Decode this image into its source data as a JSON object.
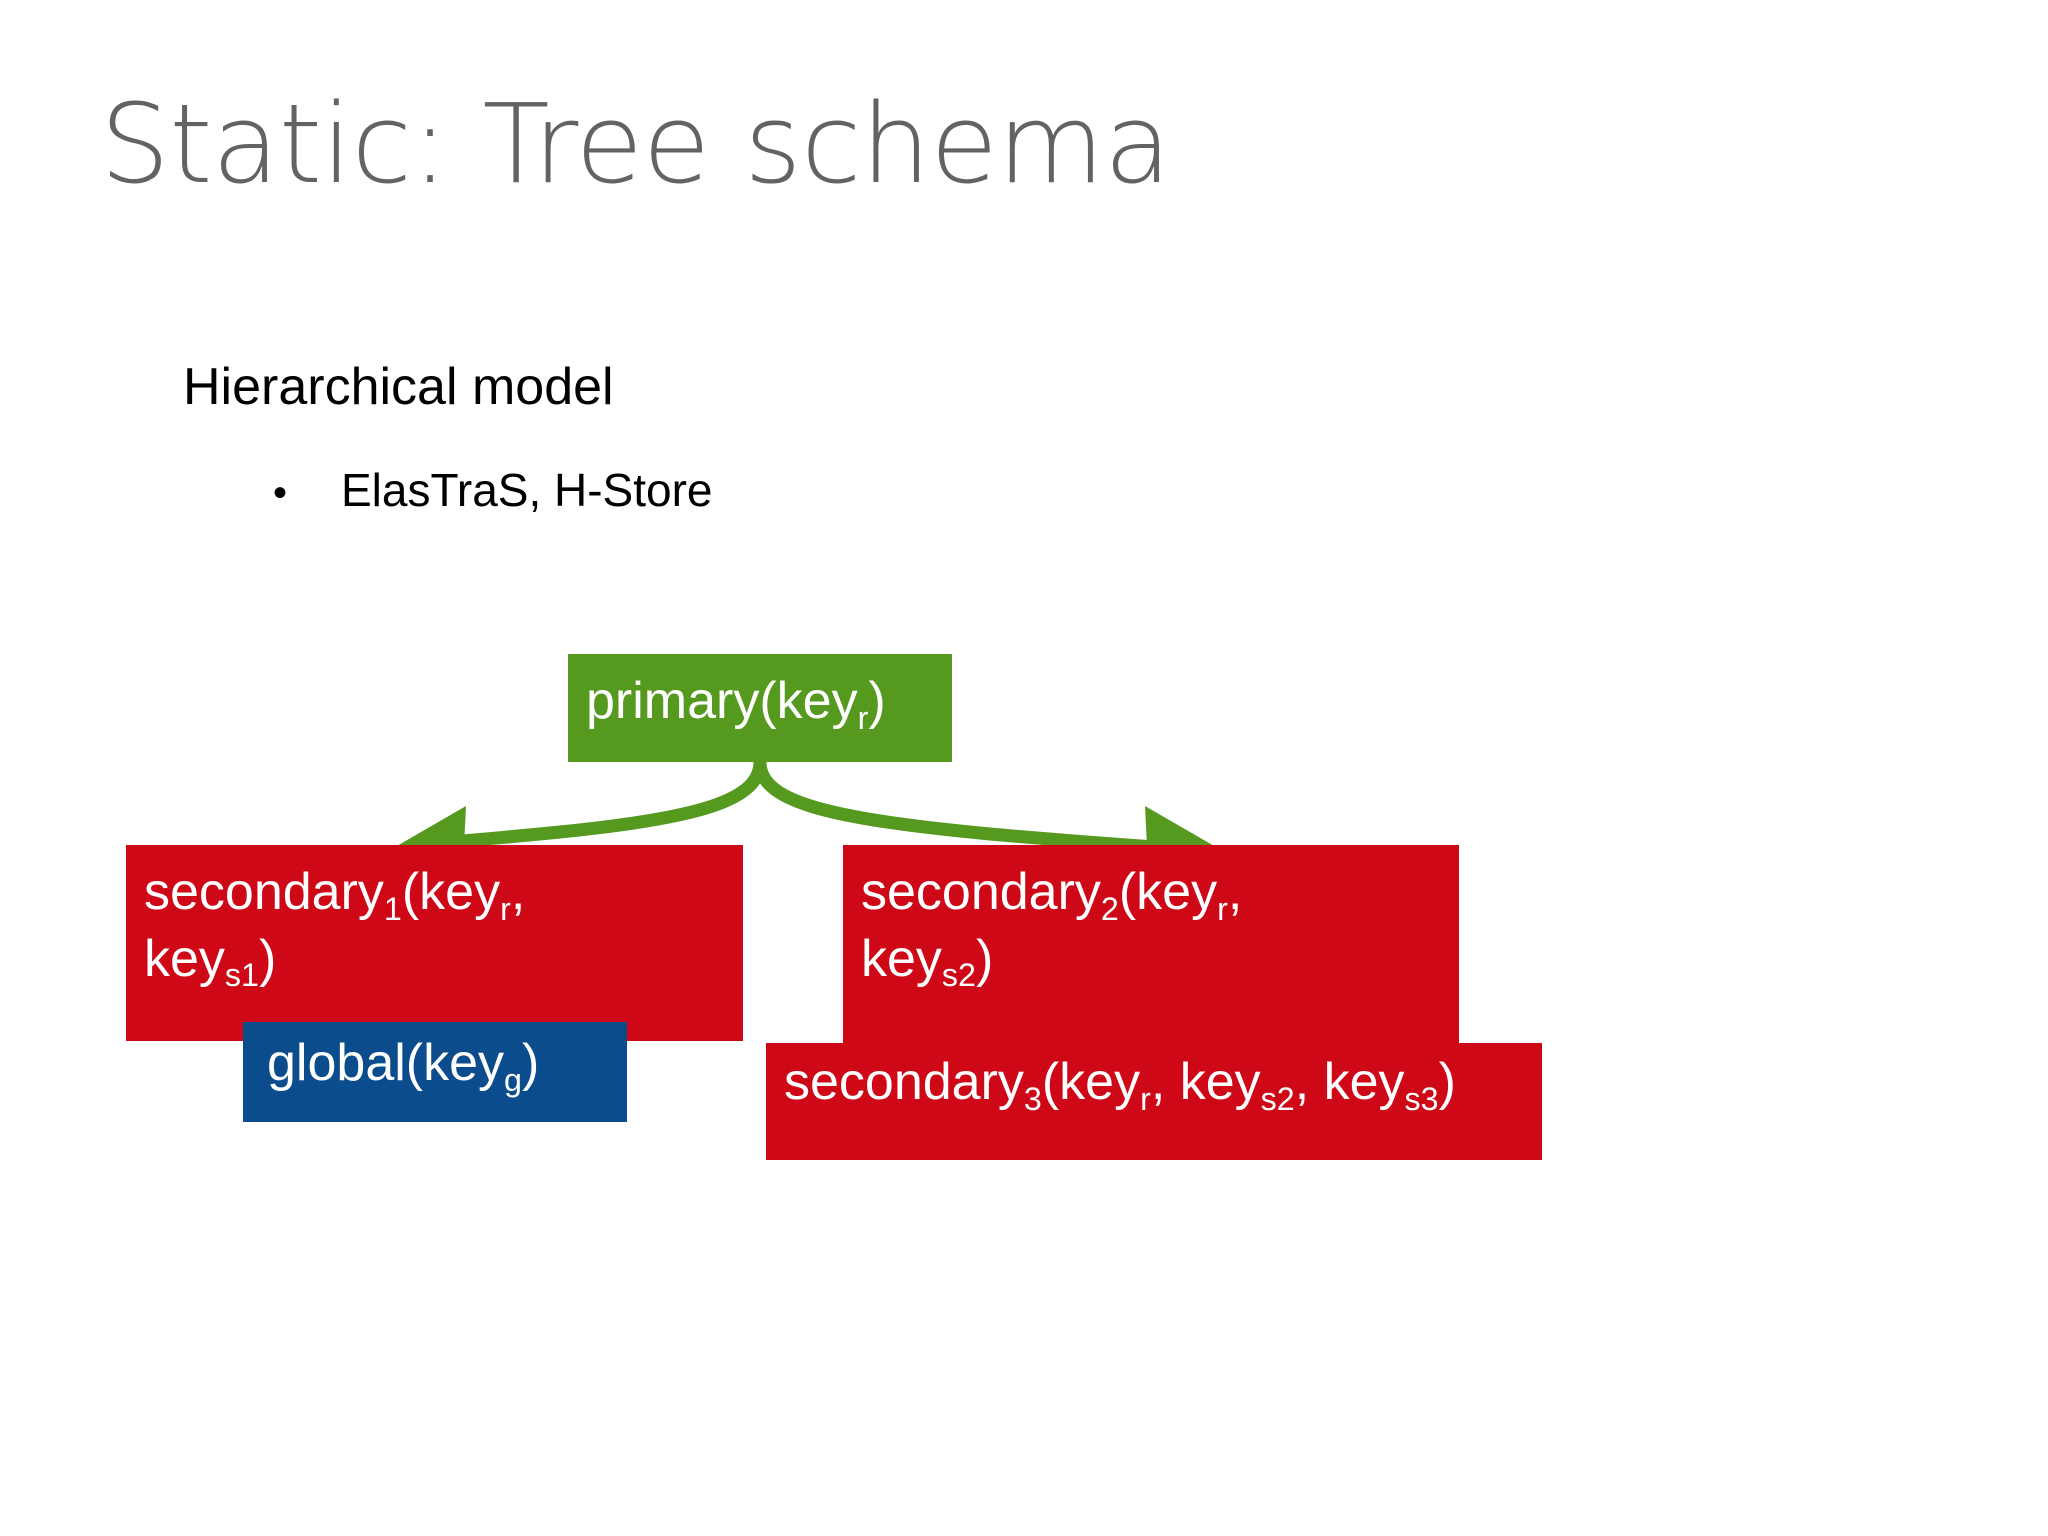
{
  "slide": {
    "title": "Static: Tree schema",
    "background_color": "#ffffff",
    "title_color": "#636363"
  },
  "body": {
    "level1": "Hierarchical model",
    "bullet_glyph": "•",
    "level2": "ElasTraS, H-Store"
  },
  "diagram": {
    "type": "tree",
    "colors": {
      "primary": "#56991F",
      "secondary": "#CE0816",
      "global": "#0A4C8C",
      "arrow": "#56991F",
      "node_text": "#ffffff"
    },
    "nodes": {
      "primary": {
        "label": "primary(key",
        "sub": "r",
        "tail": ")",
        "role": "primary-table"
      },
      "secondary_1": {
        "label_a": "secondary",
        "sub_a": "1",
        "label_b": "(key",
        "sub_b": "r",
        "label_c": ",",
        "label_d": "key",
        "sub_d": "s1",
        "label_e": ")",
        "role": "secondary-table"
      },
      "secondary_2": {
        "label_a": "secondary",
        "sub_a": "2",
        "label_b": "(key",
        "sub_b": "r",
        "label_c": ",",
        "label_d": "key",
        "sub_d": "s2",
        "label_e": ")",
        "role": "secondary-table"
      },
      "secondary_3": {
        "label_a": "secondary",
        "sub_a": "3",
        "label_b": "(key",
        "sub_b": "r",
        "label_c": ", key",
        "sub_c": "s2",
        "label_d": ", key",
        "sub_d": "s3",
        "label_e": ")",
        "role": "secondary-table"
      },
      "global": {
        "label": "global(key",
        "sub": "g",
        "tail": ")",
        "role": "global-table"
      }
    },
    "edges": [
      {
        "from": "primary",
        "to": "secondary_1",
        "style": "curved-arrow"
      },
      {
        "from": "primary",
        "to": "secondary_2",
        "style": "curved-arrow"
      }
    ]
  }
}
